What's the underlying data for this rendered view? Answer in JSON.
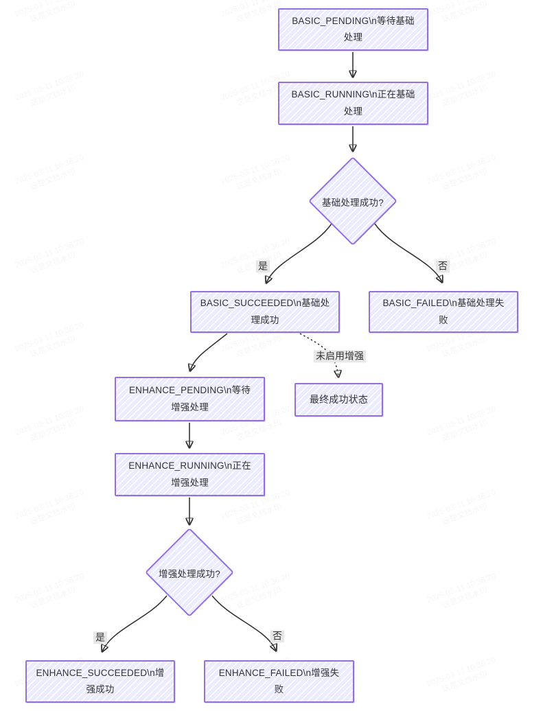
{
  "nodes": {
    "basic_pending": {
      "line1": "BASIC_PENDING\\n等待基础",
      "line2": "处理"
    },
    "basic_running": {
      "line1": "BASIC_RUNNING\\n正在基础",
      "line2": "处理"
    },
    "decision_basic": {
      "line1": "基础处理成功?"
    },
    "basic_succeeded": {
      "line1": "BASIC_SUCCEEDED\\n基础处",
      "line2": "理成功"
    },
    "basic_failed": {
      "line1": "BASIC_FAILED\\n基础处理失",
      "line2": "败"
    },
    "enhance_pending": {
      "line1": "ENHANCE_PENDING\\n等待",
      "line2": "增强处理"
    },
    "final_success": {
      "line1": "最终成功状态"
    },
    "enhance_running": {
      "line1": "ENHANCE_RUNNING\\n正在",
      "line2": "增强处理"
    },
    "decision_enhance": {
      "line1": "增强处理成功?"
    },
    "enhance_succeeded": {
      "line1": "ENHANCE_SUCCEEDED\\n增",
      "line2": "强成功"
    },
    "enhance_failed": {
      "line1": "ENHANCE_FAILED\\n增强失",
      "line2": "败"
    }
  },
  "edge_labels": {
    "yes1": "是",
    "no1": "否",
    "not_enabled": "未启用增强",
    "yes2": "是",
    "no2": "否"
  },
  "colors": {
    "node_fill": "#ECECFF",
    "node_border": "#9370DB",
    "edge": "#333333",
    "label_bg": "#e8e8e8",
    "text": "#333333"
  },
  "watermark": {
    "line1": "2025-03-11 10:36:20",
    "line2": "这是文档水印"
  }
}
